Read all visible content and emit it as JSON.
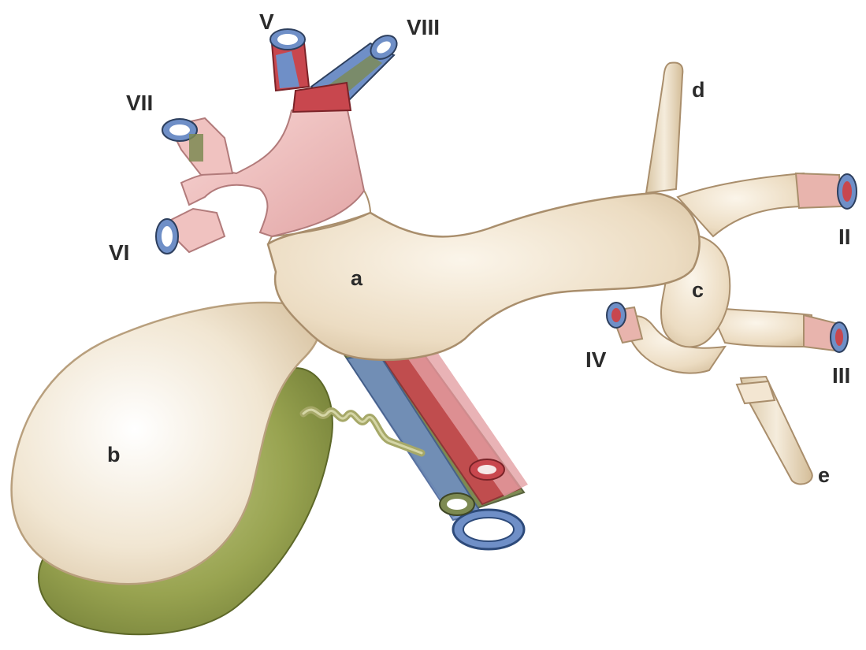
{
  "labels": {
    "a": "a",
    "b": "b",
    "c": "c",
    "d": "d",
    "e": "e",
    "II": "II",
    "III": "III",
    "IV": "IV",
    "V": "V",
    "VI": "VI",
    "VII": "VII",
    "VIII": "VIII"
  },
  "colors": {
    "bile_duct": "#efe3cc",
    "bile_duct_shade": "#d9c7a8",
    "outline": "#b59a7a",
    "left_pedicle": "#f2c4c4",
    "gallbladder_green": "#8f9a45",
    "vessel_blue": "#6f8fc7",
    "vessel_red": "#c8474e",
    "vessel_green": "#7d8a52",
    "background": "#ffffff"
  }
}
